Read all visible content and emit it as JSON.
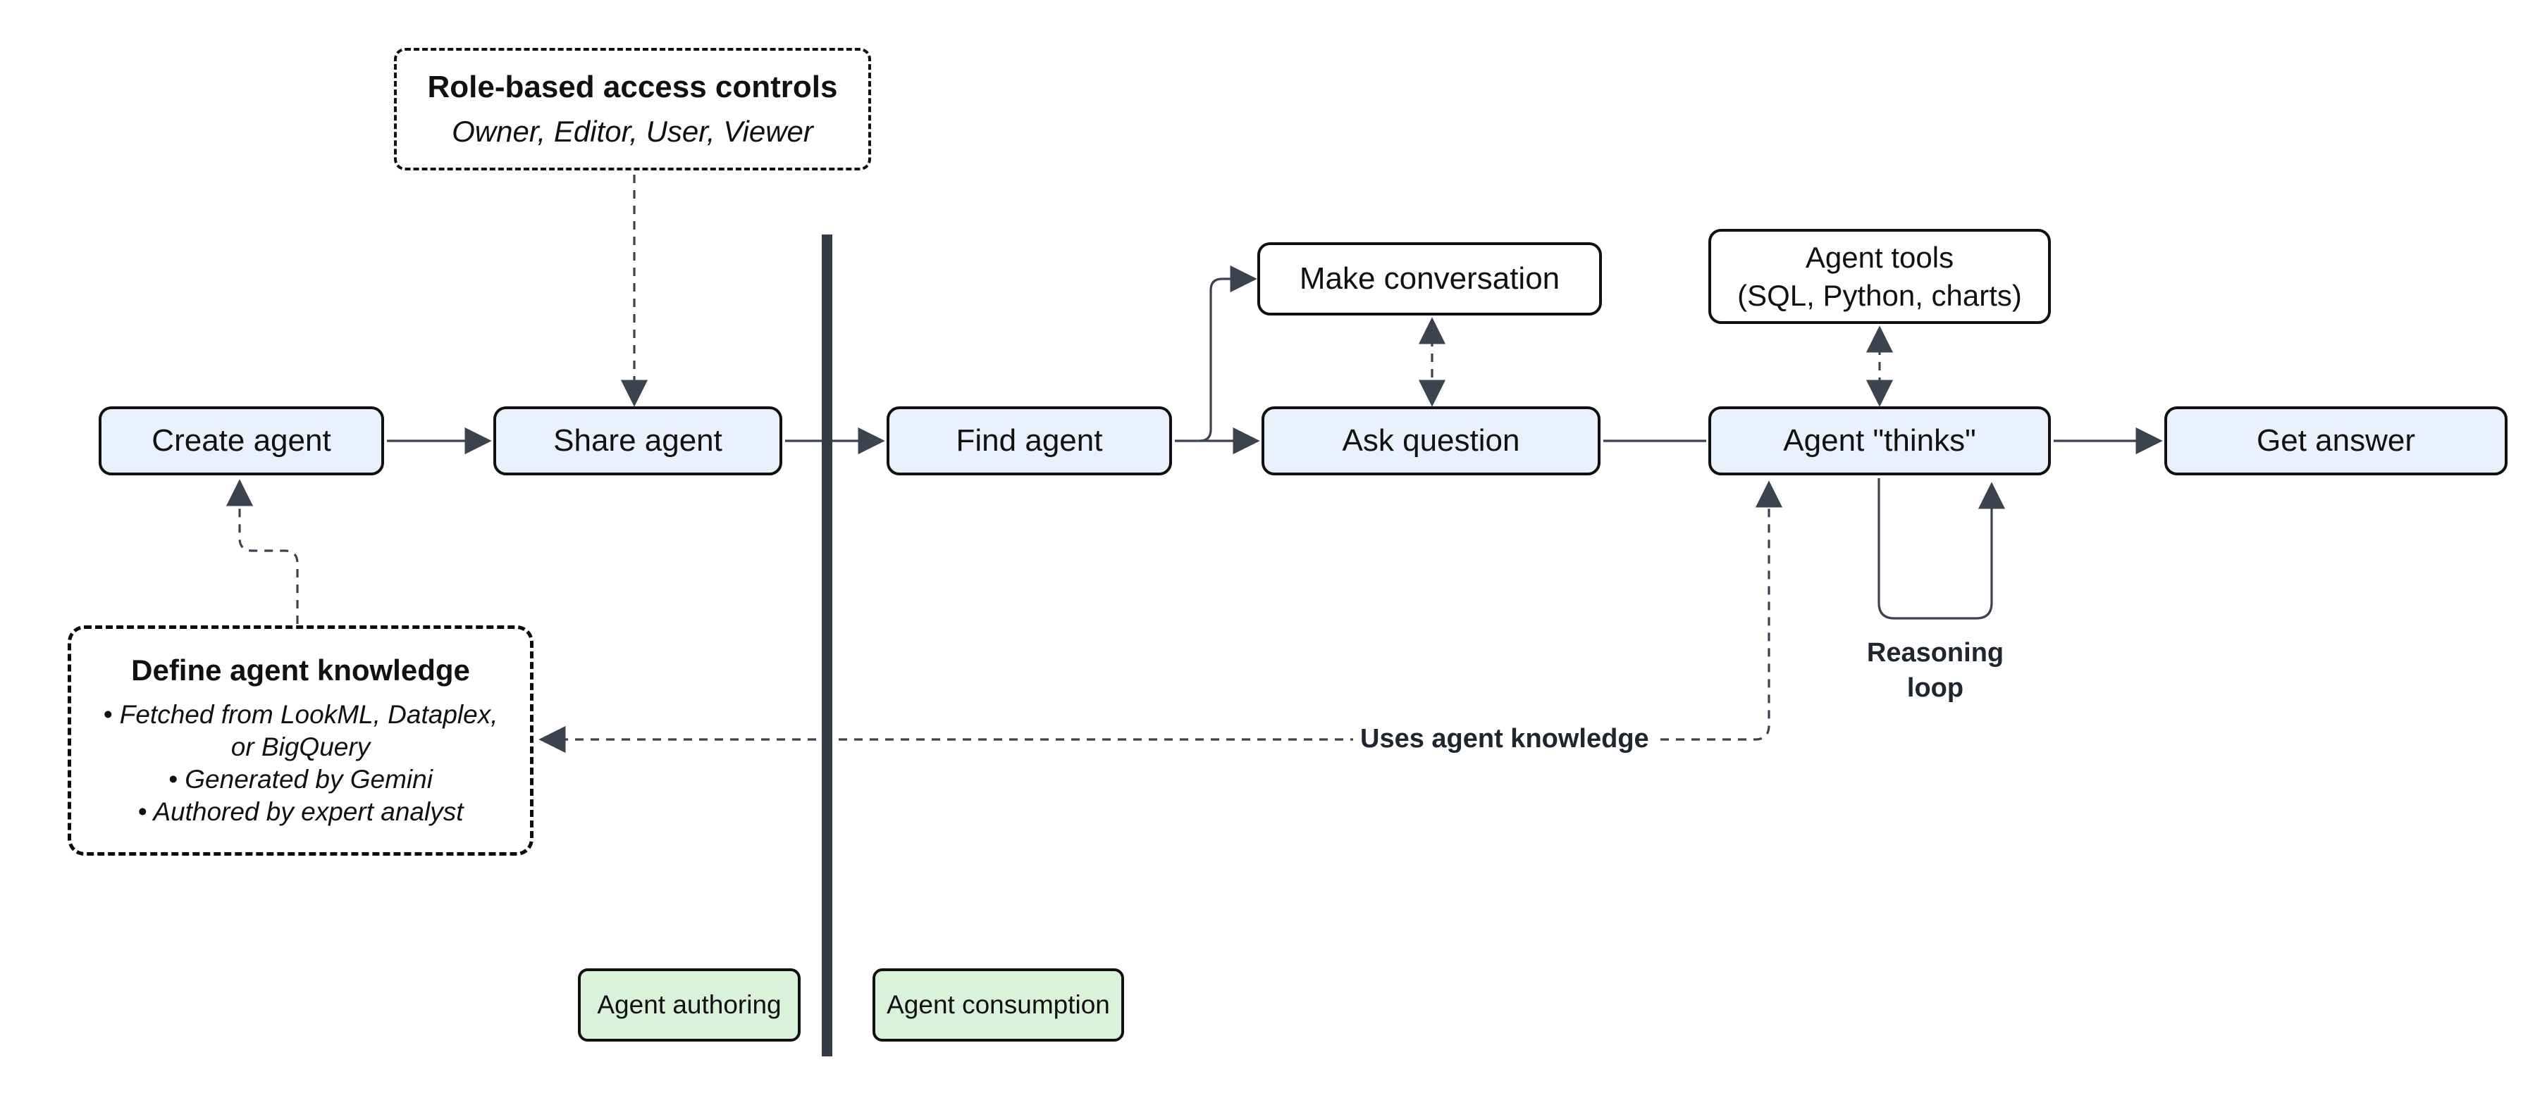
{
  "diagram": {
    "nodes": {
      "create_agent": {
        "label": "Create agent"
      },
      "share_agent": {
        "label": "Share agent"
      },
      "find_agent": {
        "label": "Find agent"
      },
      "make_conversation": {
        "label": "Make conversation"
      },
      "ask_question": {
        "label": "Ask question"
      },
      "agent_tools": {
        "lines": [
          "Agent tools",
          "(SQL, Python, charts)"
        ]
      },
      "agent_thinks": {
        "label": "Agent \"thinks\""
      },
      "get_answer": {
        "label": "Get answer"
      }
    },
    "notes": {
      "rbac": {
        "title": "Role-based access controls",
        "subtitle": "Owner, Editor, User, Viewer"
      },
      "knowledge": {
        "title": "Define agent knowledge",
        "bullets": [
          "• Fetched from LookML, Dataplex, or BigQuery",
          "• Generated by Gemini",
          "• Authored by expert analyst"
        ]
      }
    },
    "edge_labels": {
      "uses_agent_knowledge": "Uses agent knowledge",
      "reasoning_loop": "Reasoning loop"
    },
    "zones": {
      "authoring": {
        "label": "Agent authoring"
      },
      "consumption": {
        "label": "Agent consumption"
      }
    },
    "colors": {
      "node_fill_blue": "#e9f1fc",
      "node_fill_white": "#ffffff",
      "zone_fill_green": "#d9f2d9",
      "node_border": "#111111",
      "connector": "#3a434e",
      "divider": "#333b46",
      "text": "#111111"
    }
  }
}
